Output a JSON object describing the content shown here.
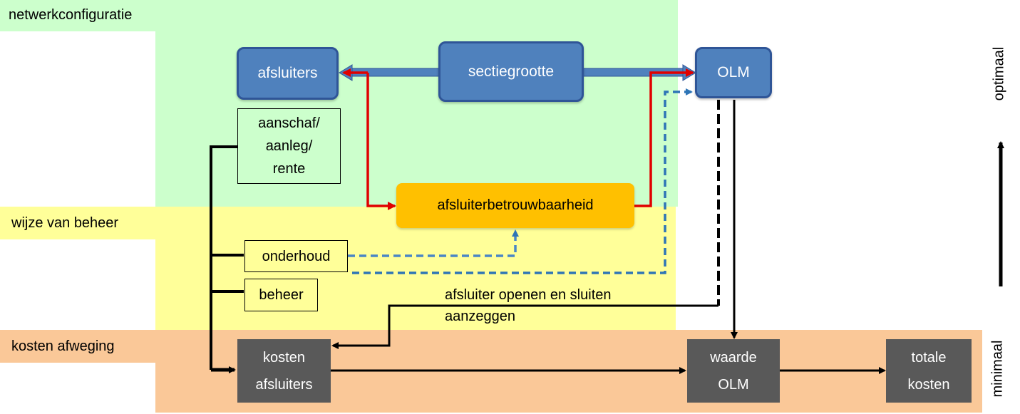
{
  "zones": {
    "network": {
      "label": "netwerkconfiguratie",
      "color": "#ccffcc"
    },
    "management": {
      "label": "wijze van beheer",
      "color": "#ffff99"
    },
    "cost": {
      "label": "kosten afweging",
      "color": "#fac898"
    }
  },
  "boxes": {
    "afsluiters": "afsluiters",
    "sectiegrootte": "sectiegrootte",
    "olm": "OLM",
    "aanschaf": [
      "aanschaf/",
      "aanleg/",
      "rente"
    ],
    "betrouwbaarheid": "afsluiterbetrouwbaarheid",
    "onderhoud": "onderhoud",
    "beheer": "beheer",
    "kosten_afsluiters": [
      "kosten",
      "afsluiters"
    ],
    "waarde_olm": [
      "waarde",
      "OLM"
    ],
    "totale_kosten": [
      "totale",
      "kosten"
    ]
  },
  "annotation": {
    "line1": "afsluiter openen en sluiten",
    "line2": "aanzeggen"
  },
  "scale": {
    "top": "optimaal",
    "bottom": "minimaal"
  },
  "colors": {
    "blue_box": "#4f81bd",
    "yellow_box": "#ffc000",
    "gray_box": "#595959",
    "red_arrow": "#e00000",
    "dashed_blue": "#2e75b6"
  }
}
